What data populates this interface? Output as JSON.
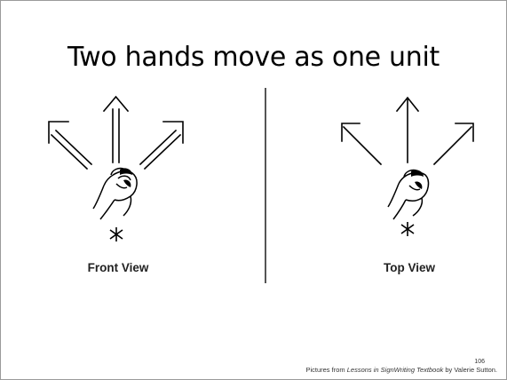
{
  "slide": {
    "title": "Two hands move as one unit",
    "left_caption": "Front View",
    "right_caption": "Top View",
    "page_number": "106",
    "credit_prefix": "Pictures from ",
    "credit_book": "Lessons in SignWriting Textbook",
    "credit_suffix": " by Valerie Sutton."
  }
}
